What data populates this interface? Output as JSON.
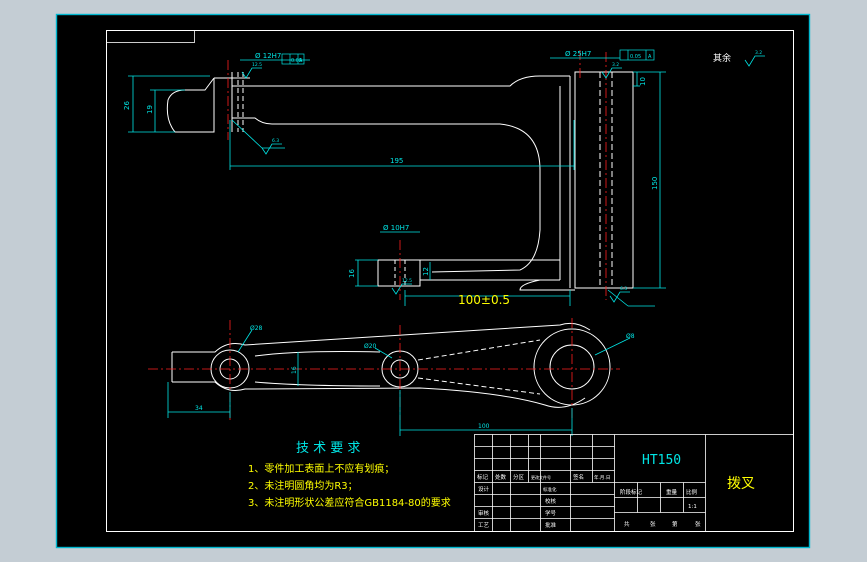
{
  "drawing": {
    "top_right_note": "其余",
    "roughness_values": [
      "12.5",
      "6.3",
      "3.2",
      "6.3",
      "3.2",
      "12.5",
      "6.3"
    ],
    "dimensions": {
      "bore_top_left": "Ø 12H7",
      "bore_top_right": "Ø 25H7",
      "bore_middle": "Ø 10H7",
      "height_left_outer": "26",
      "height_left_inner": "19",
      "length_main": "195",
      "height_right_top": "10",
      "height_right_total": "150",
      "height_lower_left": "16",
      "height_lower_inner": "12",
      "center_distance": "100±0.5",
      "plan_width_left": "34",
      "plan_width_mid": "16",
      "plan_total": "100",
      "plan_dia_left": "Ø28",
      "plan_dia_mid": "Ø20",
      "plan_dia_right": "Ø8"
    },
    "tolerance_frames": [
      "0.05",
      "A",
      "0.05",
      "A"
    ],
    "tech_requirements": {
      "title": "技 术 要 求",
      "items": [
        "1、零件加工表面上不应有划痕；",
        "2、未注明圆角均为R3；",
        "3、未注明形状公差应符合GB1184-80的要求"
      ]
    }
  },
  "title_block": {
    "material": "HT150",
    "part_name": "拨叉",
    "revision_headers": [
      "标记",
      "处数",
      "分区",
      "更改文件号",
      "签名",
      "年.月.日"
    ],
    "left_rows": [
      "设计",
      "",
      "审核",
      "工艺"
    ],
    "middle_rows": [
      "标准化",
      "",
      "批准"
    ],
    "middle_rows_b": [
      "校核",
      "学号",
      "",
      "批准"
    ],
    "stage_labels": [
      "阶段标记",
      "重量",
      "比例"
    ],
    "scale": "1:1",
    "sheet_labels": [
      "共",
      "张",
      "第",
      "张"
    ]
  },
  "colors": {
    "background": "#000000",
    "frame": "#ffffff",
    "part": "#ffffff",
    "dimension": "#00e6e6",
    "centerline": "#ff2020",
    "annotation": "#ffff00",
    "window_bg": "#c4cdd4"
  }
}
